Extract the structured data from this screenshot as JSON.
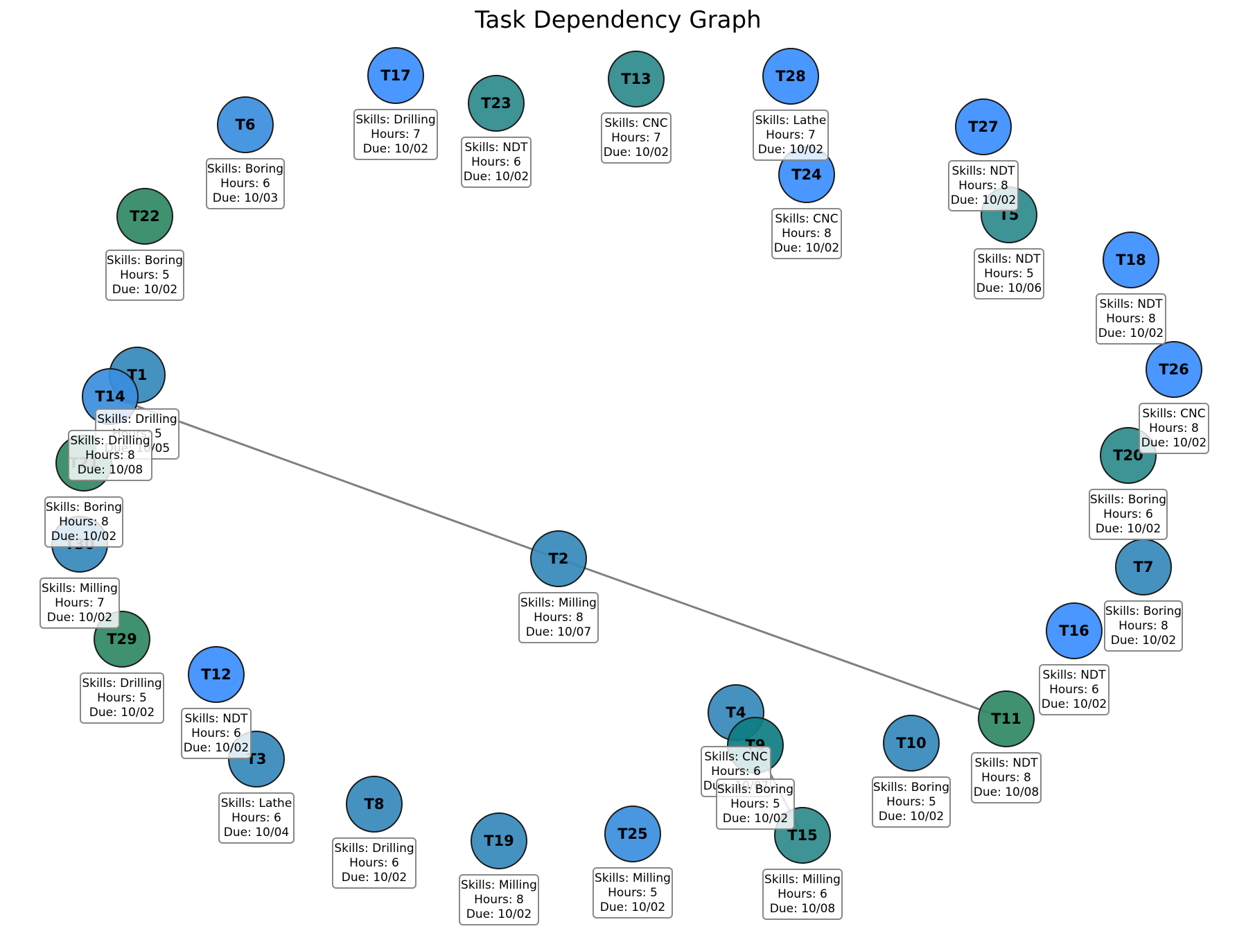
{
  "title": "Task Dependency Graph",
  "labels": {
    "skills": "Skills: ",
    "hours": "Hours: ",
    "due": "Due: "
  },
  "colors": {
    "blue": "#3b8eff",
    "mid_blue": "#3a8edd",
    "steel_blue": "#3589bb",
    "teal": "#2e8a8c",
    "green": "#2f8863",
    "dark_teal": "#0e7d83",
    "edge": "#808080"
  },
  "nodes": [
    {
      "id": "T1",
      "skills": "Drilling",
      "hours": 5,
      "due": "10/05",
      "color": "steel_blue"
    },
    {
      "id": "T2",
      "skills": "Milling",
      "hours": 8,
      "due": "10/07",
      "color": "steel_blue"
    },
    {
      "id": "T3",
      "skills": "Lathe",
      "hours": 6,
      "due": "10/04",
      "color": "steel_blue"
    },
    {
      "id": "T4",
      "skills": "CNC",
      "hours": 6,
      "due": "10/07",
      "color": "steel_blue"
    },
    {
      "id": "T5",
      "skills": "NDT",
      "hours": 5,
      "due": "10/06",
      "color": "teal"
    },
    {
      "id": "T6",
      "skills": "Boring",
      "hours": 6,
      "due": "10/03",
      "color": "mid_blue"
    },
    {
      "id": "T7",
      "skills": "Boring",
      "hours": 8,
      "due": "10/02",
      "color": "steel_blue"
    },
    {
      "id": "T8",
      "skills": "Drilling",
      "hours": 6,
      "due": "10/02",
      "color": "steel_blue"
    },
    {
      "id": "T9",
      "skills": "Boring",
      "hours": 5,
      "due": "10/02",
      "color": "dark_teal"
    },
    {
      "id": "T10",
      "skills": "Boring",
      "hours": 5,
      "due": "10/02",
      "color": "steel_blue"
    },
    {
      "id": "T11",
      "skills": "NDT",
      "hours": 8,
      "due": "10/08",
      "color": "green"
    },
    {
      "id": "T12",
      "skills": "NDT",
      "hours": 6,
      "due": "10/02",
      "color": "blue"
    },
    {
      "id": "T13",
      "skills": "CNC",
      "hours": 7,
      "due": "10/02",
      "color": "teal"
    },
    {
      "id": "T14",
      "skills": "Drilling",
      "hours": 8,
      "due": "10/08",
      "color": "mid_blue"
    },
    {
      "id": "T15",
      "skills": "Milling",
      "hours": 6,
      "due": "10/08",
      "color": "teal"
    },
    {
      "id": "T16",
      "skills": "NDT",
      "hours": 6,
      "due": "10/02",
      "color": "blue"
    },
    {
      "id": "T17",
      "skills": "Drilling",
      "hours": 7,
      "due": "10/02",
      "color": "blue"
    },
    {
      "id": "T18",
      "skills": "NDT",
      "hours": 8,
      "due": "10/02",
      "color": "blue"
    },
    {
      "id": "T19",
      "skills": "Milling",
      "hours": 8,
      "due": "10/02",
      "color": "steel_blue"
    },
    {
      "id": "T20",
      "skills": "Boring",
      "hours": 6,
      "due": "10/02",
      "color": "teal"
    },
    {
      "id": "T21",
      "skills": "Boring",
      "hours": 8,
      "due": "10/02",
      "color": "green"
    },
    {
      "id": "T22",
      "skills": "Boring",
      "hours": 5,
      "due": "10/02",
      "color": "green"
    },
    {
      "id": "T23",
      "skills": "NDT",
      "hours": 6,
      "due": "10/02",
      "color": "teal"
    },
    {
      "id": "T24",
      "skills": "CNC",
      "hours": 8,
      "due": "10/02",
      "color": "blue"
    },
    {
      "id": "T25",
      "skills": "Milling",
      "hours": 5,
      "due": "10/02",
      "color": "mid_blue"
    },
    {
      "id": "T26",
      "skills": "CNC",
      "hours": 8,
      "due": "10/02",
      "color": "blue"
    },
    {
      "id": "T27",
      "skills": "NDT",
      "hours": 8,
      "due": "10/02",
      "color": "blue"
    },
    {
      "id": "T28",
      "skills": "Lathe",
      "hours": 7,
      "due": "10/02",
      "color": "blue"
    },
    {
      "id": "T29",
      "skills": "Drilling",
      "hours": 5,
      "due": "10/02",
      "color": "green"
    },
    {
      "id": "T30",
      "skills": "Milling",
      "hours": 7,
      "due": "10/02",
      "color": "steel_blue"
    }
  ],
  "edges": [
    {
      "from": "T14",
      "to": "T2"
    },
    {
      "from": "T2",
      "to": "T11"
    },
    {
      "from": "T9",
      "to": "T15"
    }
  ]
}
